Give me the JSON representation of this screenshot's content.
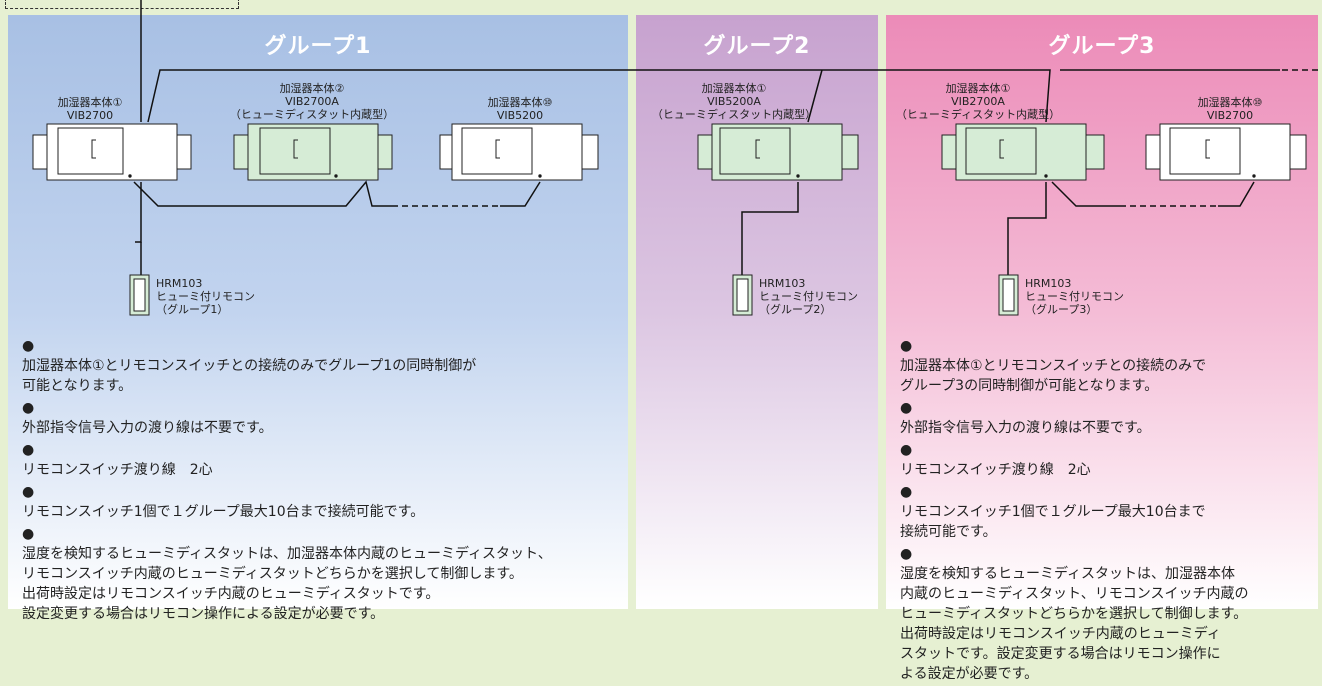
{
  "groups": [
    {
      "title": "グループ1",
      "units": [
        {
          "label": "加湿器本体①",
          "model": "VIB2700",
          "type": ""
        },
        {
          "label": "加湿器本体②",
          "model": "VIB2700A",
          "type": "（ヒューミディスタット内蔵型）"
        },
        {
          "label": "加湿器本体⑩",
          "model": "VIB5200",
          "type": ""
        }
      ],
      "remote": {
        "model": "HRM103",
        "name": "ヒューミ付リモコン",
        "group": "（グループ1）"
      },
      "notes": [
        [
          "加湿器本体①とリモコンスイッチとの接続のみでグループ1の同時制御が",
          "可能となります。"
        ],
        [
          "外部指令信号入力の渡り線は不要です。"
        ],
        [
          "リモコンスイッチ渡り線　2心"
        ],
        [
          "リモコンスイッチ1個で１グループ最大10台まで接続可能です。"
        ],
        [
          "湿度を検知するヒューミディスタットは、加湿器本体内蔵のヒューミディスタット、",
          "リモコンスイッチ内蔵のヒューミディスタットどちらかを選択して制御します。",
          "出荷時設定はリモコンスイッチ内蔵のヒューミディスタットです。",
          "設定変更する場合はリモコン操作による設定が必要です。"
        ]
      ]
    },
    {
      "title": "グループ2",
      "units": [
        {
          "label": "加湿器本体①",
          "model": "VIB5200A",
          "type": "（ヒューミディスタット内蔵型）"
        }
      ],
      "remote": {
        "model": "HRM103",
        "name": "ヒューミ付リモコン",
        "group": "（グループ2）"
      }
    },
    {
      "title": "グループ3",
      "units": [
        {
          "label": "加湿器本体①",
          "model": "VIB2700A",
          "type": "（ヒューミディスタット内蔵型）"
        },
        {
          "label": "加湿器本体⑩",
          "model": "VIB2700",
          "type": ""
        }
      ],
      "remote": {
        "model": "HRM103",
        "name": "ヒューミ付リモコン",
        "group": "（グループ3）"
      },
      "notes": [
        [
          "加湿器本体①とリモコンスイッチとの接続のみで",
          "グループ3の同時制御が可能となります。"
        ],
        [
          "外部指令信号入力の渡り線は不要です。"
        ],
        [
          "リモコンスイッチ渡り線　2心"
        ],
        [
          "リモコンスイッチ1個で１グループ最大10台まで",
          "接続可能です。"
        ],
        [
          "湿度を検知するヒューミディスタットは、加湿器本体",
          "内蔵のヒューミディスタット、リモコンスイッチ内蔵の",
          "ヒューミディスタットどちらかを選択して制御します。",
          "出荷時設定はリモコンスイッチ内蔵のヒューミディ",
          "スタットです。設定変更する場合はリモコン操作に",
          "よる設定が必要です。"
        ]
      ]
    }
  ],
  "colors": {
    "background": "#e6f0d2",
    "group1": "#a8c0e4",
    "group2": "#c7a2cf",
    "group3": "#ec8bb8",
    "unit_plain": "#ffffff",
    "unit_builtin": "#d6ecd6"
  }
}
